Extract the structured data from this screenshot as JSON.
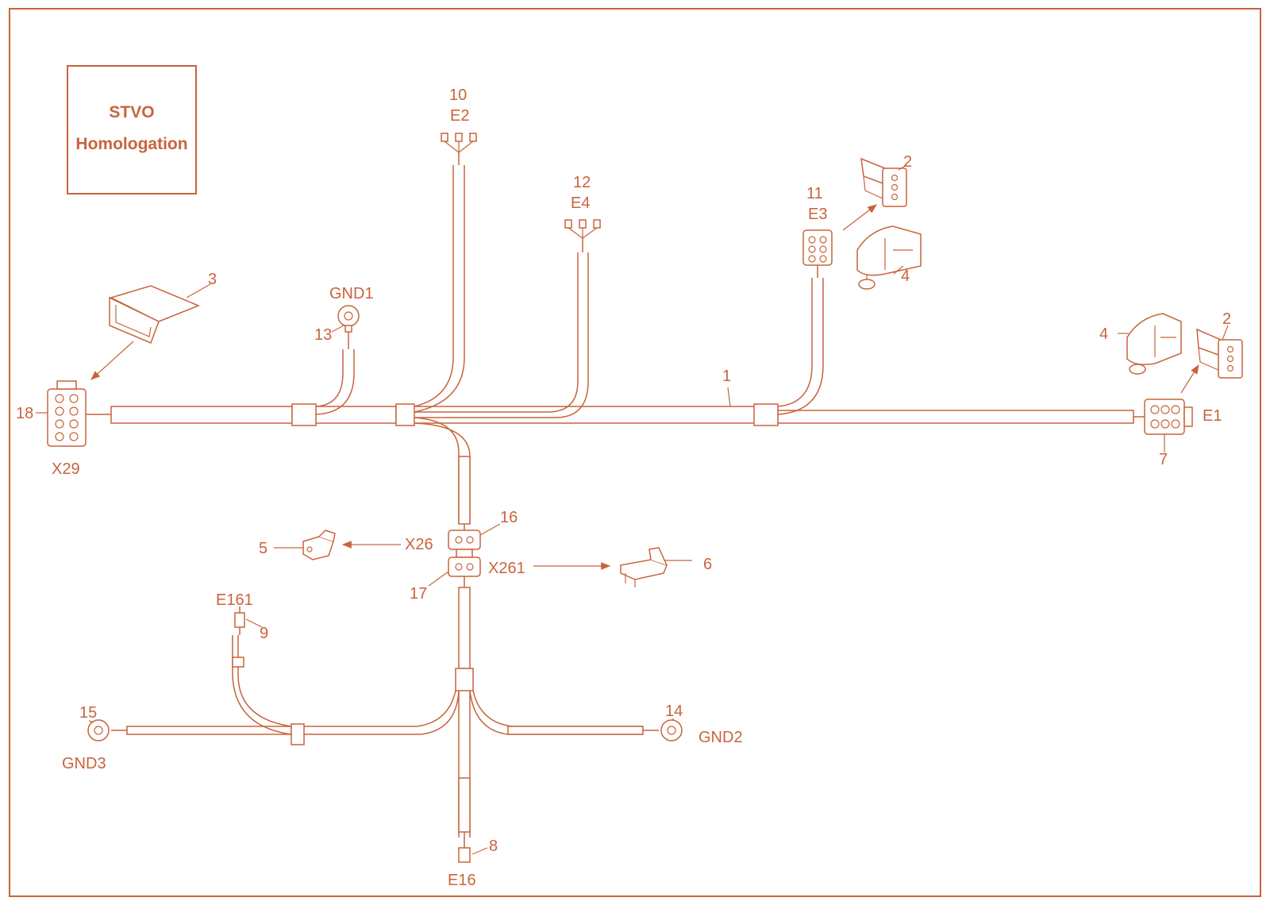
{
  "title_box": {
    "line1": "STVO",
    "line2": "Homologation"
  },
  "connectors": {
    "x29": "X29",
    "e1": "E1",
    "e2": "E2",
    "e3": "E3",
    "e4": "E4",
    "e16": "E16",
    "e161": "E161",
    "x26": "X26",
    "x261": "X261",
    "gnd1": "GND1",
    "gnd2": "GND2",
    "gnd3": "GND3"
  },
  "callouts": {
    "n1": "1",
    "n2a": "2",
    "n2b": "2",
    "n3": "3",
    "n4a": "4",
    "n4b": "4",
    "n5": "5",
    "n6": "6",
    "n7": "7",
    "n8": "8",
    "n9": "9",
    "n10": "10",
    "n11": "11",
    "n12": "12",
    "n13": "13",
    "n14": "14",
    "n15": "15",
    "n16": "16",
    "n17": "17",
    "n18": "18"
  },
  "colors": {
    "line": "#c8643c",
    "background": "#ffffff"
  }
}
